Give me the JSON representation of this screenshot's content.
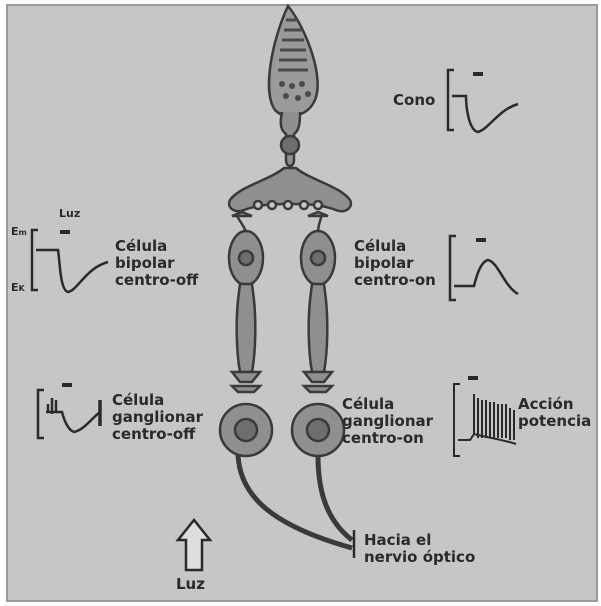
{
  "labels": {
    "cone": "Cono",
    "light_top": "Luz",
    "em": "E",
    "em_sub": "m",
    "ek": "E",
    "ek_sub": "K",
    "bipolar_off": [
      "Célula",
      "bipolar",
      "centro-off"
    ],
    "bipolar_on": [
      "Célula",
      "bipolar",
      "centro-on"
    ],
    "ganglion_off": [
      "Célula",
      "ganglionar",
      "centro-off"
    ],
    "ganglion_on": [
      "Célula",
      "ganglionar",
      "centro-on"
    ],
    "action_potential": [
      "Acción",
      "potencia"
    ],
    "optic_nerve": [
      "Hacia el",
      "nervio óptico"
    ],
    "light_bottom": "Luz"
  },
  "colors": {
    "background": "#c6c6c6",
    "cell_fill": "#8f8f8f",
    "cell_outline": "#3a3a3a",
    "nucleus": "#6e6e6e",
    "trace": "#2a2a2a"
  }
}
